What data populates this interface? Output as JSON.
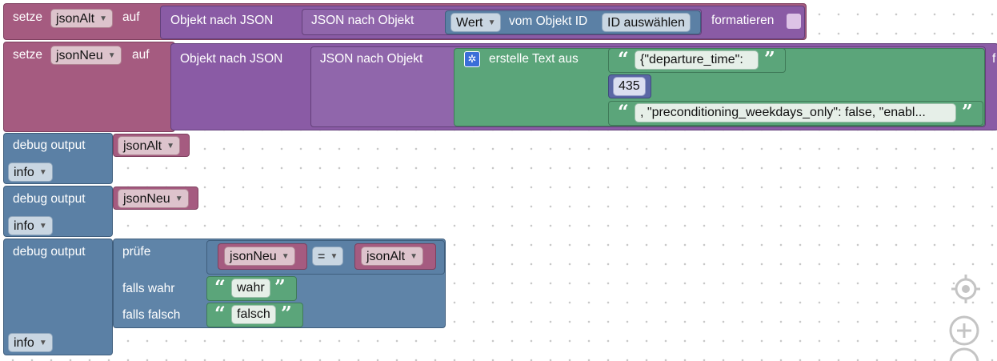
{
  "set1": {
    "label_setze": "setze",
    "variable": "jsonAlt",
    "label_auf": "auf",
    "objekt_nach_json": "Objekt nach JSON",
    "json_nach_objekt": "JSON nach Objekt",
    "property": "Wert",
    "vom_objekt_id": "vom Objekt ID",
    "id_button": "ID auswählen",
    "formatieren": "formatieren"
  },
  "set2": {
    "label_setze": "setze",
    "variable": "jsonNeu",
    "label_auf": "auf",
    "objekt_nach_json": "Objekt nach JSON",
    "json_nach_objekt": "JSON nach Objekt",
    "erstelle_text": "erstelle Text aus",
    "text1": "{\"departure_time\":",
    "number": "435",
    "text2": ", \"preconditioning_weekdays_only\": false, \"enabl...",
    "clipped_label": "f"
  },
  "debug1": {
    "label": "debug output",
    "variable": "jsonAlt",
    "level": "info"
  },
  "debug2": {
    "label": "debug output",
    "variable": "jsonNeu",
    "level": "info"
  },
  "debug3": {
    "label": "debug output",
    "pruefe": "prüfe",
    "left_var": "jsonNeu",
    "operator": "=",
    "right_var": "jsonAlt",
    "falls_wahr": "falls wahr",
    "wahr_text": "wahr",
    "falls_falsch": "falls falsch",
    "falsch_text": "falsch",
    "level": "info"
  },
  "quotes": {
    "open": "“",
    "close": "”"
  },
  "controls": {
    "center": "center-icon",
    "zoom_in": "zoom-in-icon",
    "zoom_out": "zoom-out-icon"
  },
  "colors": {
    "variables": "#a55b80",
    "objects": "#8a5ba5",
    "text": "#5ba57a",
    "logic": "#5b80a5",
    "math": "#5b67a5"
  }
}
